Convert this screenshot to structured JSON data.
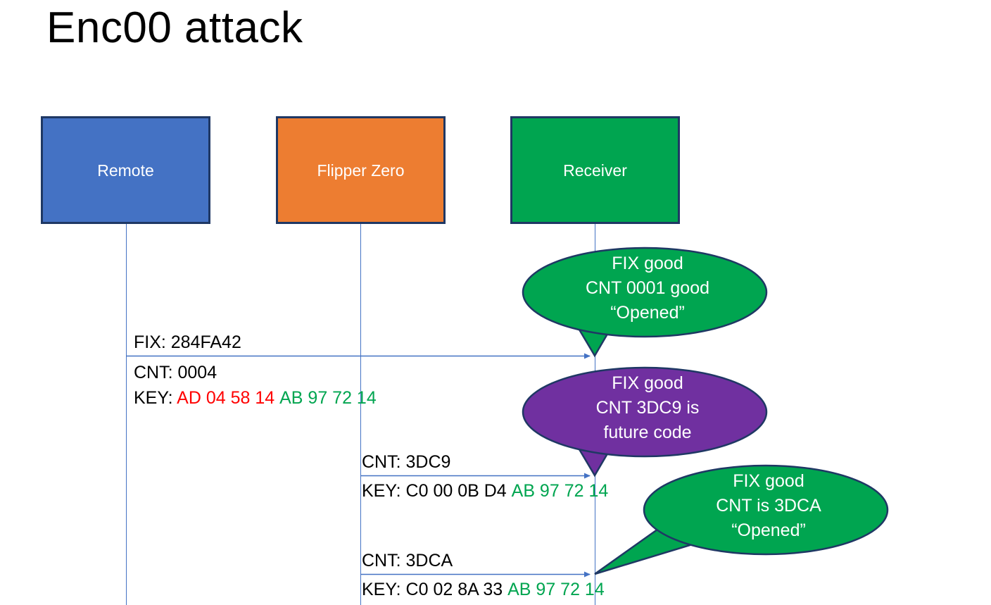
{
  "slide": {
    "title": "Enc00 attack",
    "background": "#FFFFFF"
  },
  "colors": {
    "remote_blue": "#4472C4",
    "flipper_orange": "#ED7D31",
    "receiver_green": "#00A550",
    "bubble_purple": "#7030A0",
    "bubble_green": "#00A550",
    "border_navy": "#1F3864",
    "lifeline_blue": "#4472C4",
    "hex_red": "#FF0000",
    "hex_green": "#00A550",
    "text_black": "#000000"
  },
  "actors": [
    {
      "id": "remote",
      "label": "Remote"
    },
    {
      "id": "flipper",
      "label": "Flipper Zero"
    },
    {
      "id": "receiver",
      "label": "Receiver"
    }
  ],
  "messages": [
    {
      "id": "msg1",
      "from": "remote",
      "to": "receiver",
      "fix_line": "FIX: 284FA42",
      "cnt_line": "CNT: 0004",
      "key_label": "KEY: ",
      "key_part1": "AD 04 58 14",
      "key_part1_color": "red",
      "key_part2": "AB 97 72 14",
      "key_part2_color": "green"
    },
    {
      "id": "msg2",
      "from": "flipper",
      "to": "receiver",
      "cnt_line": "CNT: 3DC9",
      "key_label": "KEY: ",
      "key_part1": "C0 00 0B D4",
      "key_part1_color": "black",
      "key_part2": "AB 97 72 14",
      "key_part2_color": "green"
    },
    {
      "id": "msg3",
      "from": "flipper",
      "to": "receiver",
      "cnt_line": "CNT: 3DCA",
      "key_label": "KEY: ",
      "key_part1": "C0 02 8A 33",
      "key_part1_color": "black",
      "key_part2": "AB 97 72 14",
      "key_part2_color": "green"
    }
  ],
  "bubbles": [
    {
      "id": "bubble1",
      "color": "#00A550",
      "line1": "FIX good",
      "line2": "CNT 0001 good",
      "line3": "“Opened”"
    },
    {
      "id": "bubble2",
      "color": "#7030A0",
      "line1": "FIX good",
      "line2": "CNT 3DC9 is",
      "line3": "future code"
    },
    {
      "id": "bubble3",
      "color": "#00A550",
      "line1": "FIX good",
      "line2": "CNT is 3DCA",
      "line3": "“Opened”"
    }
  ]
}
